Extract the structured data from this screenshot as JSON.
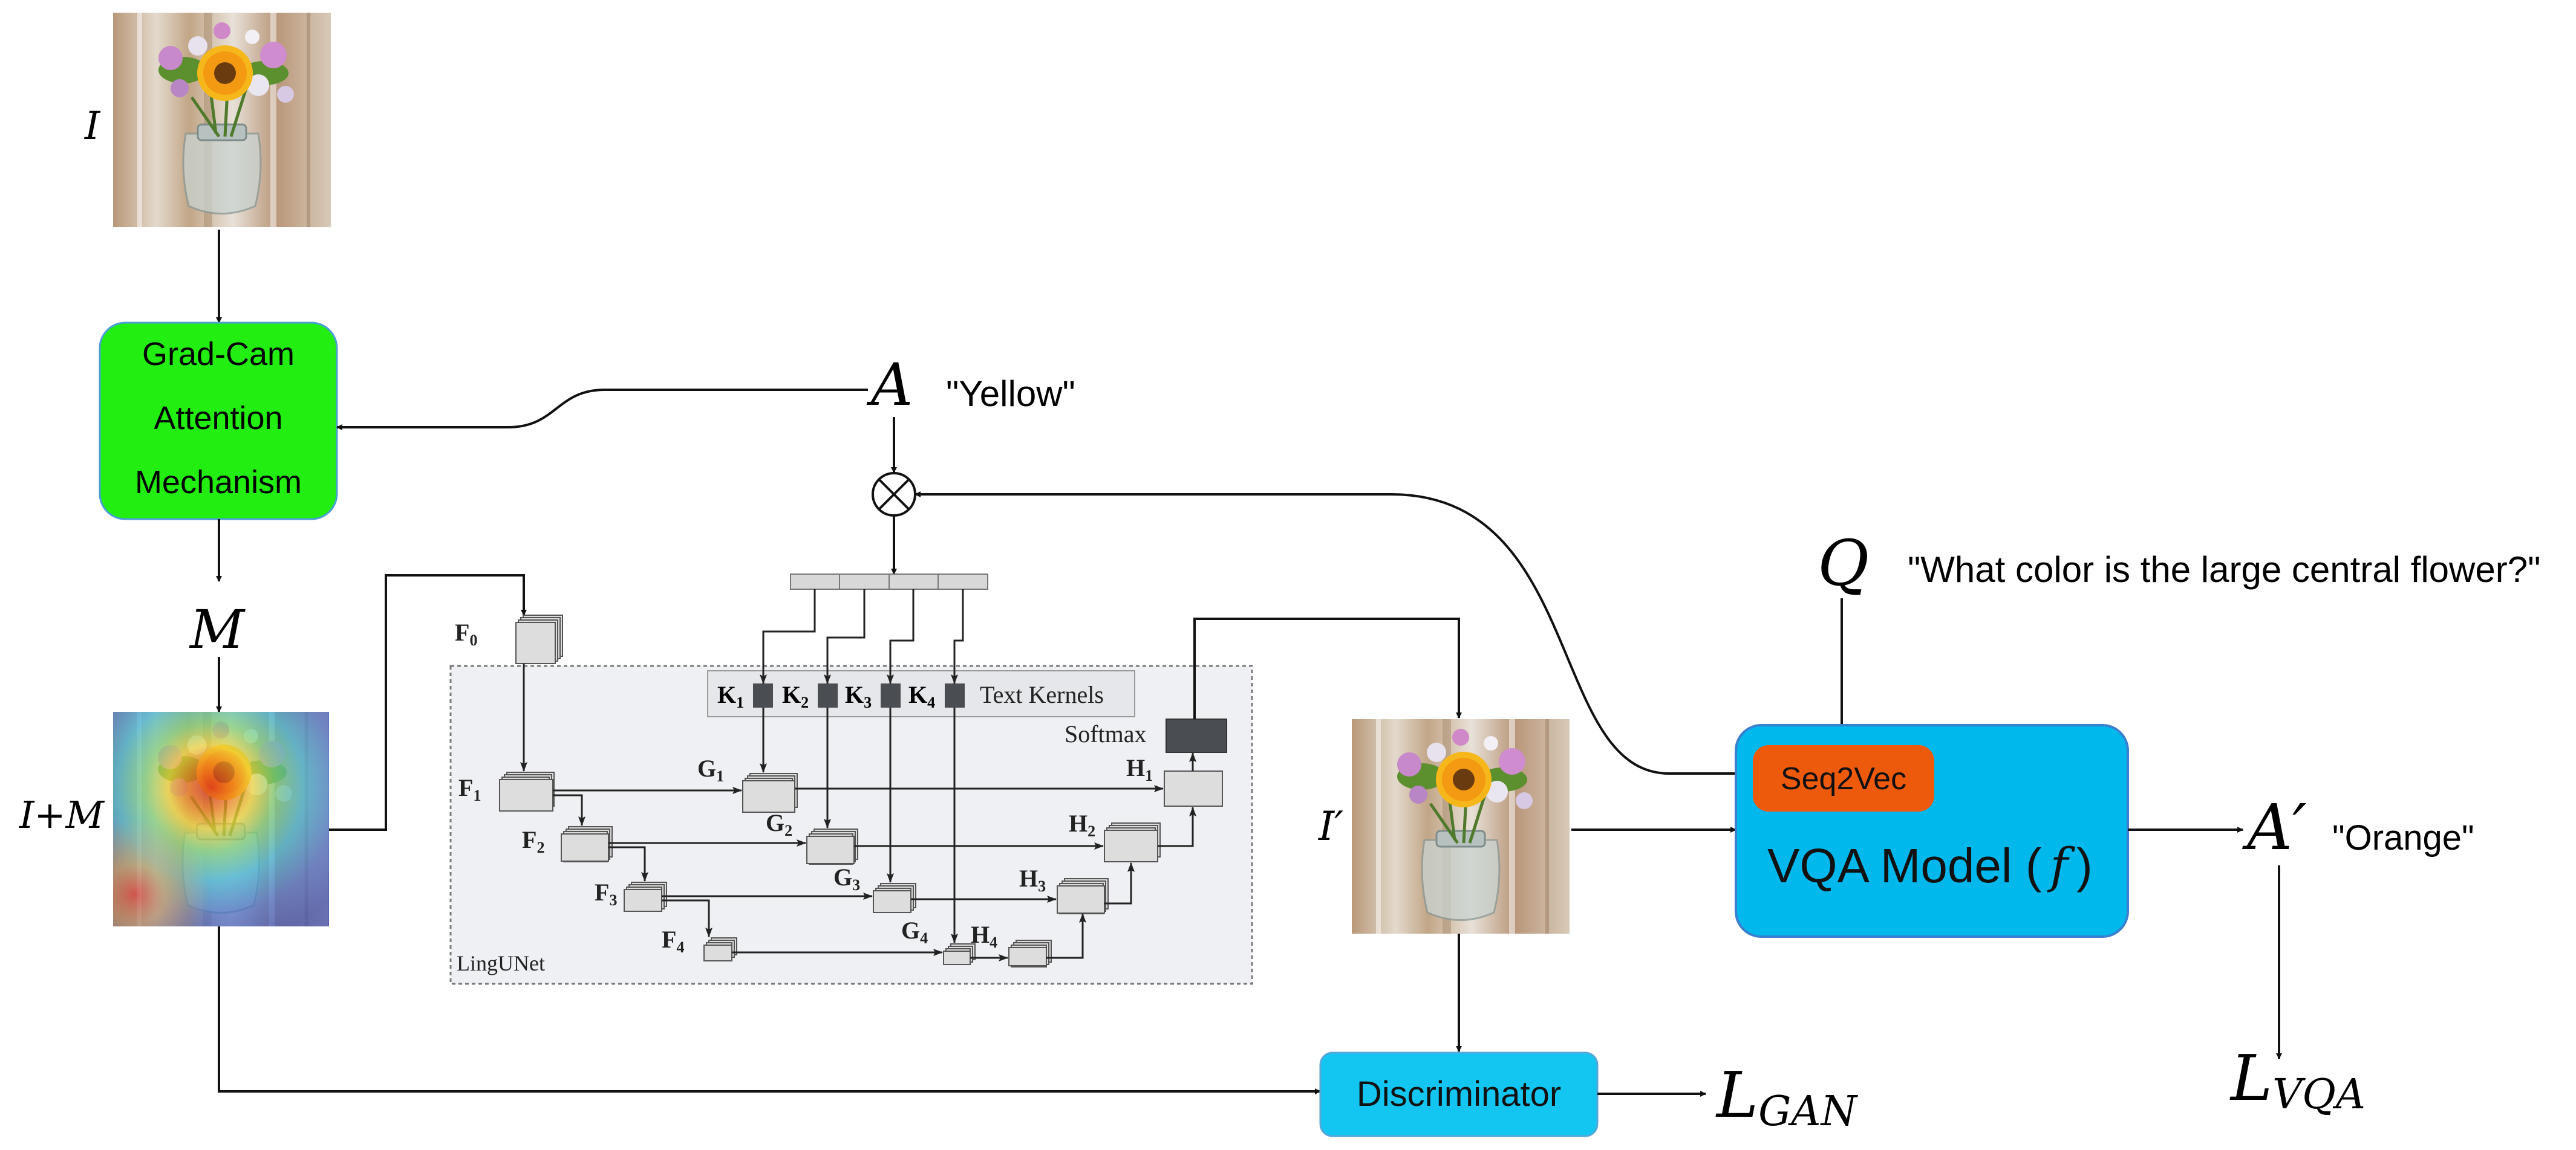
{
  "colors": {
    "gradcam_fill": "#22ee11",
    "vqa_fill": "#00b8ec",
    "seq2vec_fill": "#ee5a0c",
    "discriminator_fill": "#13c6f2",
    "lingunet_panel": "#eef0f3",
    "lingunet_border": "#7a7a7a",
    "kernel_dark": "#4a4d52",
    "feature_box": "#dddddd",
    "arrow": "#111111"
  },
  "icons": {
    "input_image": "flower-vase-photo",
    "mask_image": "attention-heatmap-photo",
    "output_image": "flower-vase-photo",
    "multiply": "circled-times-icon"
  },
  "labels": {
    "I": "I",
    "IM": "I+M",
    "M": "M",
    "A": "A",
    "A_value": "\"Yellow\"",
    "Iprime": "I′",
    "Q": "Q",
    "Q_value": "\"What color is the large central flower?\"",
    "Aprime": "A′",
    "Aprime_value": "\"Orange\"",
    "L_GAN_main": "L",
    "L_GAN_sub": "GAN",
    "L_VQA_main": "L",
    "L_VQA_sub": "VQA"
  },
  "gradcam": {
    "line1": "Grad-Cam",
    "line2": "Attention",
    "line3": "Mechanism"
  },
  "vqa": {
    "title": "VQA Model (",
    "f": "f",
    "close": ")",
    "seq2vec": "Seq2Vec"
  },
  "discriminator": {
    "label": "Discriminator"
  },
  "lingunet": {
    "panel_label": "LingUNet",
    "text_kernels": "Text Kernels",
    "softmax": "Softmax",
    "F0": "F",
    "F0s": "0",
    "F1": "F",
    "F1s": "1",
    "F2": "F",
    "F2s": "2",
    "F3": "F",
    "F3s": "3",
    "F4": "F",
    "F4s": "4",
    "G1": "G",
    "G1s": "1",
    "G2": "G",
    "G2s": "2",
    "G3": "G",
    "G3s": "3",
    "G4": "G",
    "G4s": "4",
    "H1": "H",
    "H1s": "1",
    "H2": "H",
    "H2s": "2",
    "H3": "H",
    "H3s": "3",
    "H4": "H",
    "H4s": "4",
    "K1": "K",
    "K1s": "1",
    "K2": "K",
    "K2s": "2",
    "K3": "K",
    "K3s": "3",
    "K4": "K",
    "K4s": "4"
  }
}
